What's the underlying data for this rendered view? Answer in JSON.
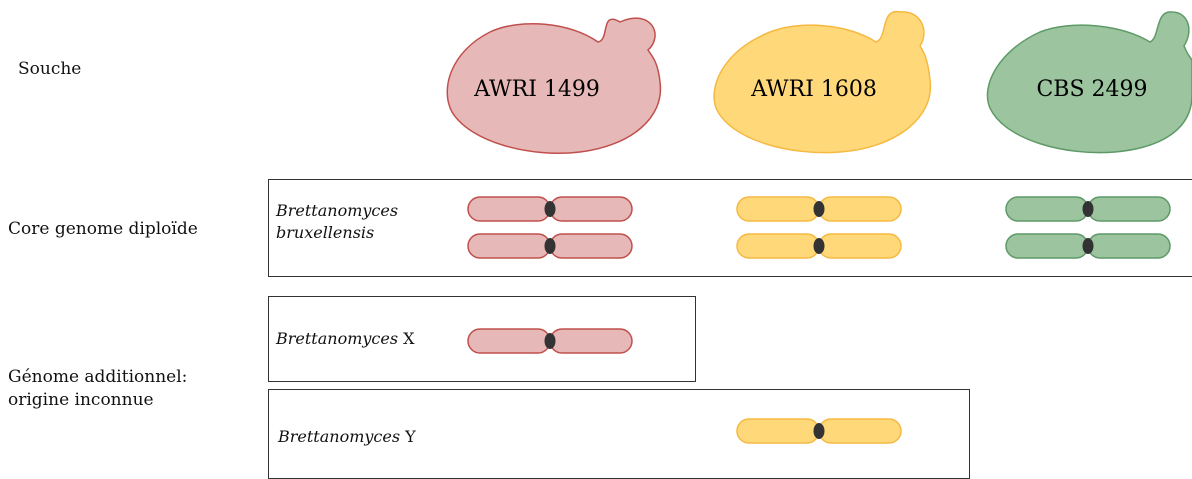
{
  "row_labels": {
    "strain": "Souche",
    "core": "Core genome diploïde",
    "additional_line1": "Génome additionnel:",
    "additional_line2": "origine inconnue"
  },
  "strains": [
    {
      "name": "AWRI 1499",
      "fill": "#e6b8b7",
      "stroke": "#c0504d"
    },
    {
      "name": "AWRI 1608",
      "fill": "#ffd87a",
      "stroke": "#f5b942"
    },
    {
      "name": "CBS 2499",
      "fill": "#9bc49f",
      "stroke": "#5e9a67"
    }
  ],
  "genomes": {
    "core": {
      "species_line1": "Brettanomyces",
      "species_line2": "bruxellensis"
    },
    "x": {
      "species_italic": "Brettanomyces",
      "species_suffix": " X"
    },
    "y": {
      "species_italic": "Brettanomyces",
      "species_suffix": " Y"
    }
  },
  "centromere_color": "#333333"
}
